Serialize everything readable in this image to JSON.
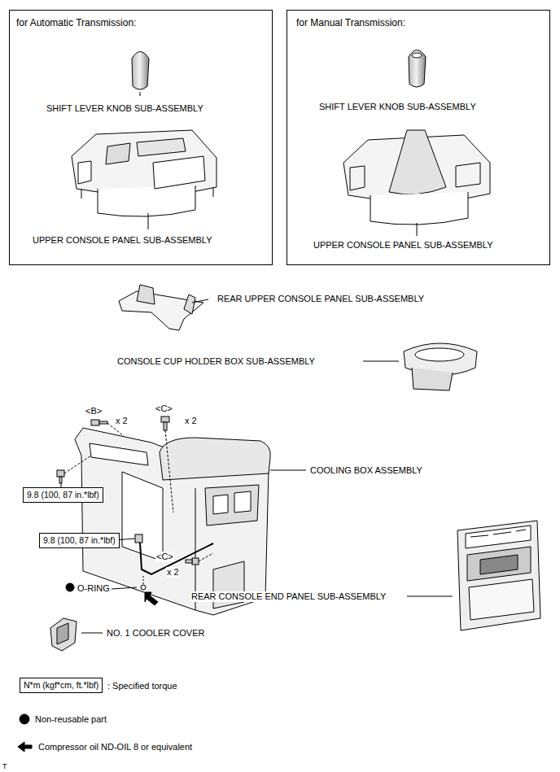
{
  "diagram": {
    "nodes": [
      {
        "text": [
          "for Automatic Transmission:",
          "SHIFT LEVER KNOB SUB-ASSEMBLY",
          "UPPER CONSOLE PANEL SUB-ASSEMBLY"
        ]
      },
      {
        "text": [
          "for Manual Transmission:",
          "SHIFT LEVER KNOB SUB-ASSEMBLY",
          "UPPER CONSOLE PANEL SUB-ASSEMBLY"
        ]
      },
      {
        "text": [
          "9.8 (100, 87 in.*lbf)"
        ]
      },
      {
        "text": [
          "9.8 (100, 87 in.*lbf)"
        ]
      },
      {
        "text": [
          "N*m (kgf*cm, ft.*lbf)"
        ]
      }
    ],
    "labels": [
      "REAR UPPER CONSOLE PANEL SUB-ASSEMBLY",
      "CONSOLE CUP HOLDER BOX SUB-ASSEMBLY",
      "<B>",
      "x 2",
      "<C>",
      "x 2",
      "COOLING BOX ASSEMBLY",
      "<C>",
      "x 2",
      "O-RING",
      "REAR CONSOLE END PANEL SUB-ASSEMBLY",
      "NO. 1 COOLER COVER",
      "T"
    ],
    "legend": [
      {
        "text": ": Specified torque"
      },
      {
        "text": "Non-reusable part"
      },
      {
        "text": "Compressor oil ND-OIL 8 or equivalent"
      }
    ]
  }
}
